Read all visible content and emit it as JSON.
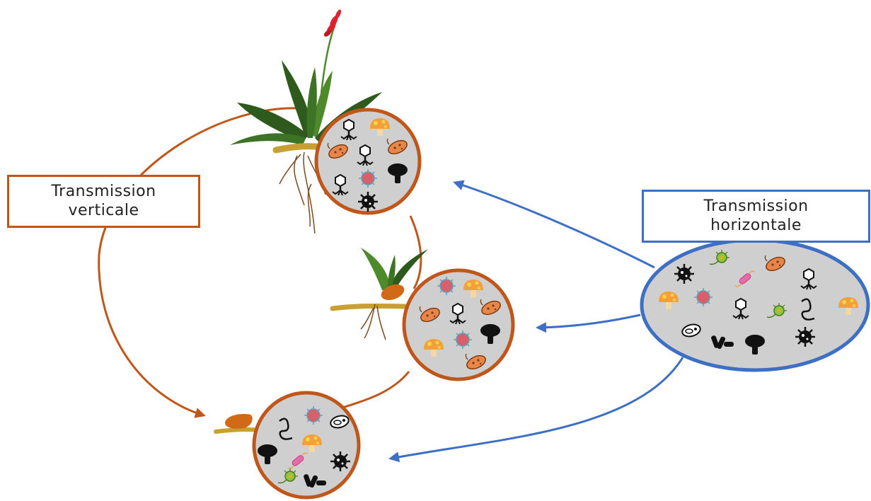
{
  "labels": {
    "vertical_line1": "Transmission",
    "vertical_line2": "verticale",
    "horizontal_line1": "Transmission",
    "horizontal_line2": "horizontale"
  },
  "colors": {
    "vertical": "#c0561a",
    "horizontal": "#3d6fc4",
    "pool_fill": "#cfcfcf",
    "leaf_dark": "#2f5a1d",
    "leaf_light": "#4e8a2c",
    "seed": "#d06a16",
    "root": "#c8a032"
  }
}
